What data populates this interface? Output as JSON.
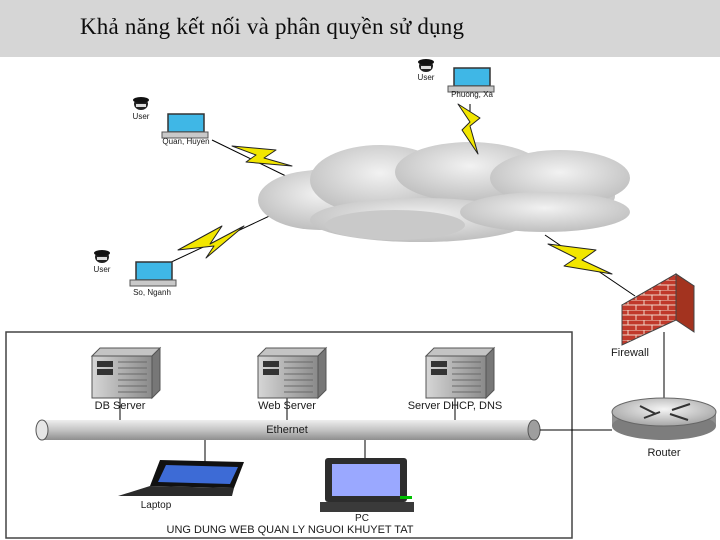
{
  "header": {
    "title": "Khả năng kết nối và phân quyền sử dụng"
  },
  "remote_sites": [
    {
      "user_label": "User",
      "site_label": "Phuong, Xa"
    },
    {
      "user_label": "User",
      "site_label": "Quan, Huyen"
    },
    {
      "user_label": "User",
      "site_label": "So, Nganh"
    }
  ],
  "perimeter": {
    "firewall_label": "Firewall",
    "router_label": "Router"
  },
  "lan": {
    "servers": [
      "DB Server",
      "Web Server",
      "Server DHCP, DNS"
    ],
    "backbone_label": "Ethernet",
    "laptop_label": "Laptop",
    "pc_label": "PC",
    "system_label": "UNG DUNG WEB QUAN LY NGUOI KHUYET TAT"
  },
  "colors": {
    "header_bg": "#d6d6d6",
    "lightning": "#f2e600",
    "firewall_brick": "#c0392b",
    "cloud": "#d9d9d9",
    "ethernet_bus": "#bdbdbd",
    "screen": "#3fb7e6"
  }
}
